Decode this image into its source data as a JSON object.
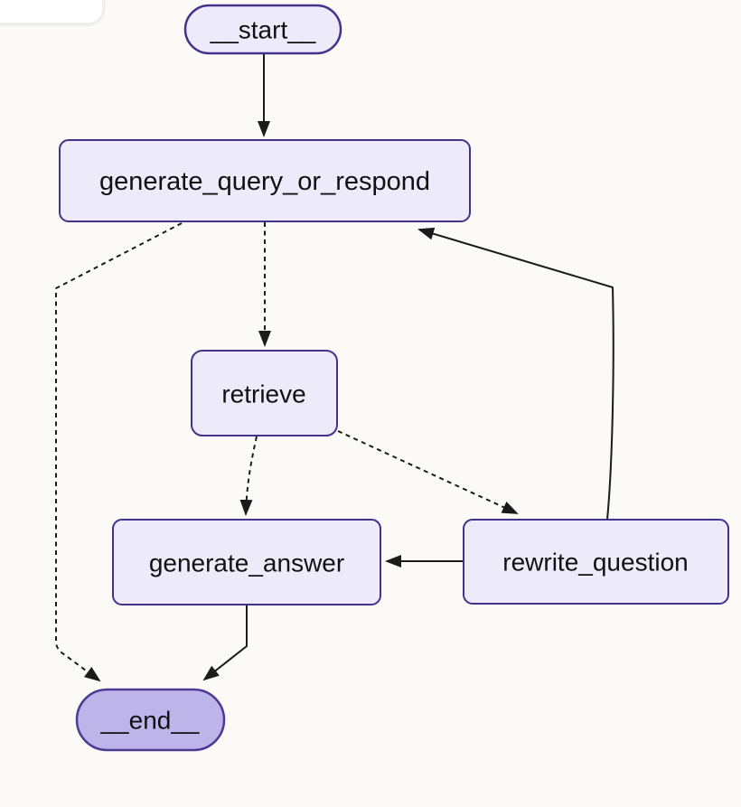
{
  "diagram": {
    "type": "flowchart",
    "direction": "top-down",
    "colors": {
      "background": "#fbfaf6",
      "node_fill": "#edebfa",
      "node_border": "#43328b",
      "end_node_fill": "#bdb4ea",
      "edge": "#1b1b1b",
      "text": "#111111"
    },
    "nodes": [
      {
        "id": "__start__",
        "label": "__start__",
        "shape": "stadium"
      },
      {
        "id": "generate_query_or_respond",
        "label": "generate_query_or_respond",
        "shape": "rect"
      },
      {
        "id": "retrieve",
        "label": "retrieve",
        "shape": "rect"
      },
      {
        "id": "generate_answer",
        "label": "generate_answer",
        "shape": "rect"
      },
      {
        "id": "rewrite_question",
        "label": "rewrite_question",
        "shape": "rect"
      },
      {
        "id": "__end__",
        "label": "__end__",
        "shape": "stadium"
      }
    ],
    "edges": [
      {
        "from": "__start__",
        "to": "generate_query_or_respond",
        "style": "solid"
      },
      {
        "from": "generate_query_or_respond",
        "to": "retrieve",
        "style": "dashed"
      },
      {
        "from": "generate_query_or_respond",
        "to": "__end__",
        "style": "dashed"
      },
      {
        "from": "retrieve",
        "to": "generate_answer",
        "style": "dashed"
      },
      {
        "from": "retrieve",
        "to": "rewrite_question",
        "style": "dashed"
      },
      {
        "from": "rewrite_question",
        "to": "generate_answer",
        "style": "solid"
      },
      {
        "from": "rewrite_question",
        "to": "generate_query_or_respond",
        "style": "solid"
      },
      {
        "from": "generate_answer",
        "to": "__end__",
        "style": "solid"
      }
    ]
  }
}
